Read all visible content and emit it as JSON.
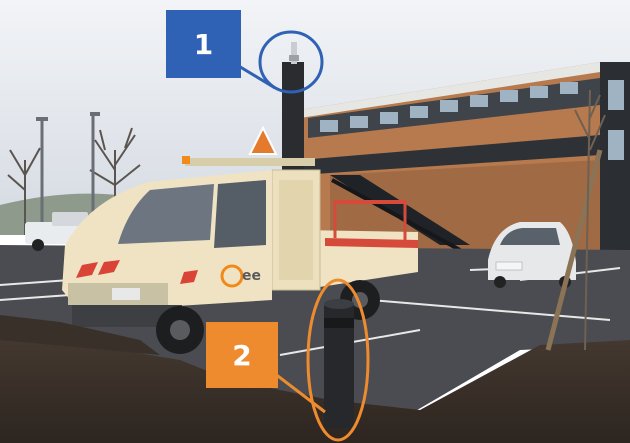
{
  "callouts": [
    {
      "label": "1",
      "box_color": "#2f62b5",
      "ring_color": "#2f62b5"
    },
    {
      "label": "2",
      "box_color": "#ee8b2f",
      "ring_color": "#ee8b2f"
    }
  ],
  "vehicle": {
    "logo_text": "ee"
  },
  "colors": {
    "sky": "#dfe3ea",
    "building_cladding": "#b77a4e",
    "truck_body": "#efe3c3",
    "asphalt": "#4a4c51",
    "soil": "#3a302a",
    "bollard": "#26282b"
  }
}
